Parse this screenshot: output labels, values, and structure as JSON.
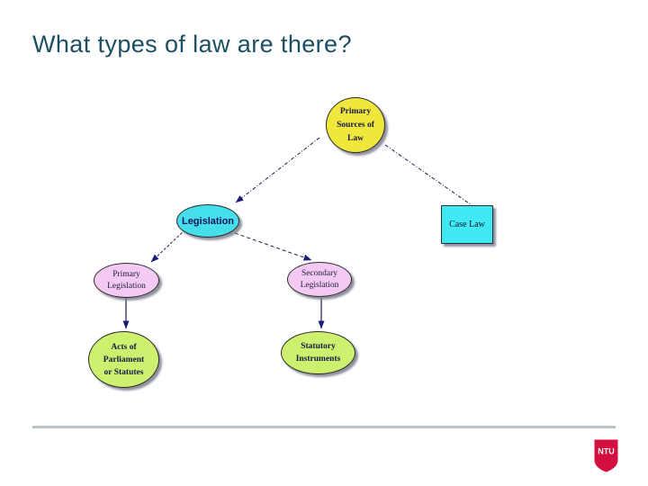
{
  "slide": {
    "title": "What types of law are there?",
    "title_color": "#1c4f63",
    "background": "#ffffff"
  },
  "diagram": {
    "nodes": [
      {
        "id": "primary-sources-of-law",
        "label": "Primary Sources of Law",
        "lines": [
          "Primary",
          "Sources of",
          "Law"
        ],
        "shape": "ellipse",
        "fill": "#f0e73c"
      },
      {
        "id": "legislation",
        "label": "Legislation",
        "lines": [
          "Legislation"
        ],
        "shape": "ellipse",
        "fill": "#45dfec"
      },
      {
        "id": "case-law",
        "label": "Case Law",
        "lines": [
          "Case Law"
        ],
        "shape": "rectangle",
        "fill": "#3fe9f3"
      },
      {
        "id": "primary-legislation",
        "label": "Primary Legislation",
        "lines": [
          "Primary",
          "Legislation"
        ],
        "shape": "ellipse",
        "fill": "#f4c9f2"
      },
      {
        "id": "secondary-legislation",
        "label": "Secondary Legislation",
        "lines": [
          "Secondary",
          "Legislation"
        ],
        "shape": "ellipse",
        "fill": "#f4c9f2"
      },
      {
        "id": "acts-of-parliament-or-statutes",
        "label": "Acts of Parliament or Statutes",
        "lines": [
          "Acts of",
          "Parliament",
          "or Statutes"
        ],
        "shape": "ellipse",
        "fill": "#cdf06e"
      },
      {
        "id": "statutory-instruments",
        "label": "Statutory Instruments",
        "lines": [
          "Statutory",
          "Instruments"
        ],
        "shape": "ellipse",
        "fill": "#cdf06e"
      }
    ],
    "edges": [
      {
        "from": "primary-sources-of-law",
        "to": "legislation",
        "style": "dashed",
        "arrow": true
      },
      {
        "from": "primary-sources-of-law",
        "to": "case-law",
        "style": "dashed",
        "arrow": false
      },
      {
        "from": "legislation",
        "to": "primary-legislation",
        "style": "dashed",
        "arrow": true
      },
      {
        "from": "legislation",
        "to": "secondary-legislation",
        "style": "dashed",
        "arrow": true
      },
      {
        "from": "primary-legislation",
        "to": "acts-of-parliament-or-statutes",
        "style": "solid",
        "arrow": true
      },
      {
        "from": "secondary-legislation",
        "to": "statutory-instruments",
        "style": "solid",
        "arrow": true
      }
    ],
    "line_color": "#1c1c50",
    "arrow_color": "#1b1b78"
  },
  "footer": {
    "divider_color": "#b9c7cc",
    "logo_text": "NTU",
    "logo_color": "#d40f3f"
  }
}
